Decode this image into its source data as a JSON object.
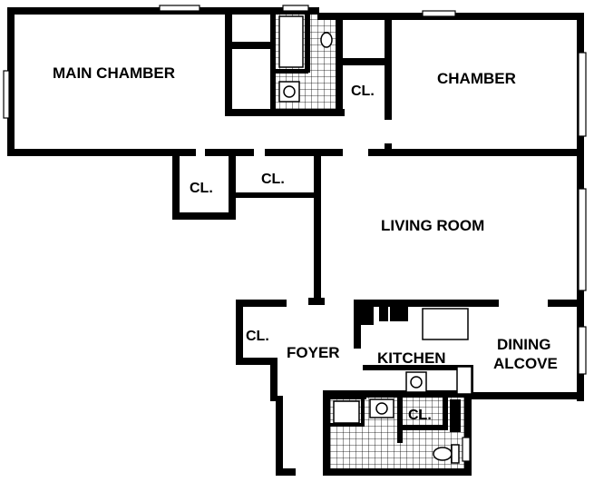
{
  "plan": {
    "rooms": [
      {
        "key": "main_chamber",
        "label": "MAIN CHAMBER"
      },
      {
        "key": "chamber",
        "label": "CHAMBER"
      },
      {
        "key": "living_room",
        "label": "LIVING ROOM"
      },
      {
        "key": "foyer",
        "label": "FOYER"
      },
      {
        "key": "kitchen",
        "label": "KITCHEN"
      },
      {
        "key": "dining_line1",
        "label": "DINING"
      },
      {
        "key": "dining_line2",
        "label": "ALCOVE"
      }
    ],
    "closets": [
      {
        "key": "closet_chamber",
        "label": "CL."
      },
      {
        "key": "closet_main_1",
        "label": "CL."
      },
      {
        "key": "closet_main_2",
        "label": "CL."
      },
      {
        "key": "closet_foyer",
        "label": "CL."
      },
      {
        "key": "closet_bath",
        "label": "CL."
      }
    ],
    "colors": {
      "wall": "#000000",
      "background": "#ffffff"
    }
  }
}
